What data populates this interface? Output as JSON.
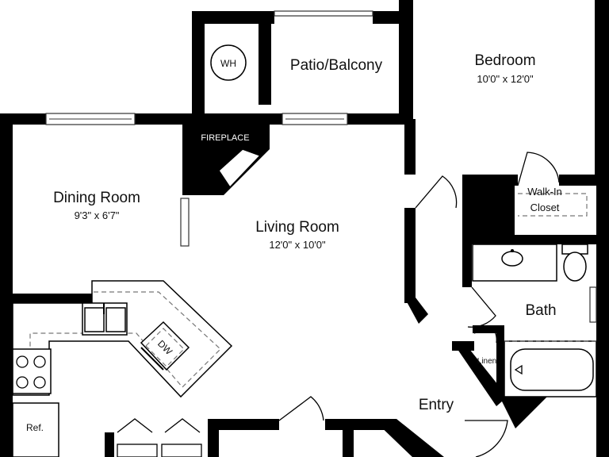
{
  "rooms": {
    "patio": {
      "name": "Patio/Balcony"
    },
    "bedroom": {
      "name": "Bedroom",
      "dims": "10'0\" x 12'0\""
    },
    "dining": {
      "name": "Dining Room",
      "dims": "9'3\" x 6'7\""
    },
    "living": {
      "name": "Living Room",
      "dims": "12'0\" x 10'0\""
    },
    "walkin": {
      "line1": "Walk-In",
      "line2": "Closet"
    },
    "bath": {
      "name": "Bath"
    },
    "entry": {
      "name": "Entry"
    }
  },
  "fixtures": {
    "water_heater": "WH",
    "fireplace": "FIREPLACE",
    "dishwasher": "DW",
    "linen": "Linen",
    "refrigerator": "Ref."
  }
}
